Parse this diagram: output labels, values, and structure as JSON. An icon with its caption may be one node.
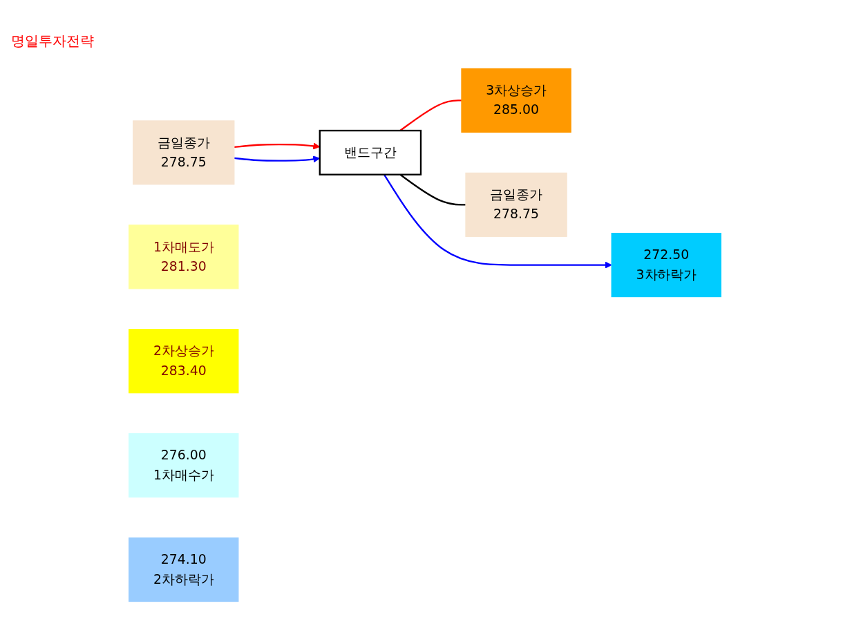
{
  "diagram": {
    "title": "명일투자전략",
    "nodes": [
      {
        "text": [
          "금일종가",
          "278.75"
        ]
      },
      {
        "text": [
          "1차매도가",
          "281.30"
        ]
      },
      {
        "text": [
          "2차상승가",
          "283.40"
        ]
      },
      {
        "text": [
          "3차상승가",
          "285.00"
        ]
      },
      {
        "text": [
          "밴드구간"
        ]
      },
      {
        "text": [
          "금일종가",
          "278.75"
        ]
      },
      {
        "text": [
          "276.00",
          "1차매수가"
        ]
      },
      {
        "text": [
          "274.10",
          "2차하락가"
        ]
      },
      {
        "text": [
          "272.50",
          "3차하락가"
        ]
      }
    ],
    "edges": [
      {
        "from": 0,
        "to": 4,
        "arrow": "to",
        "color": "#ff0000"
      },
      {
        "from": 0,
        "to": 4,
        "arrow": "to",
        "color": "#0000ff"
      },
      {
        "from": 4,
        "to": 3,
        "arrow": "none",
        "color": "#ff0000"
      },
      {
        "from": 4,
        "to": 5,
        "arrow": "none",
        "color": "#000000"
      },
      {
        "from": 4,
        "to": 8,
        "arrow": "to",
        "color": "#0000ff"
      }
    ]
  }
}
